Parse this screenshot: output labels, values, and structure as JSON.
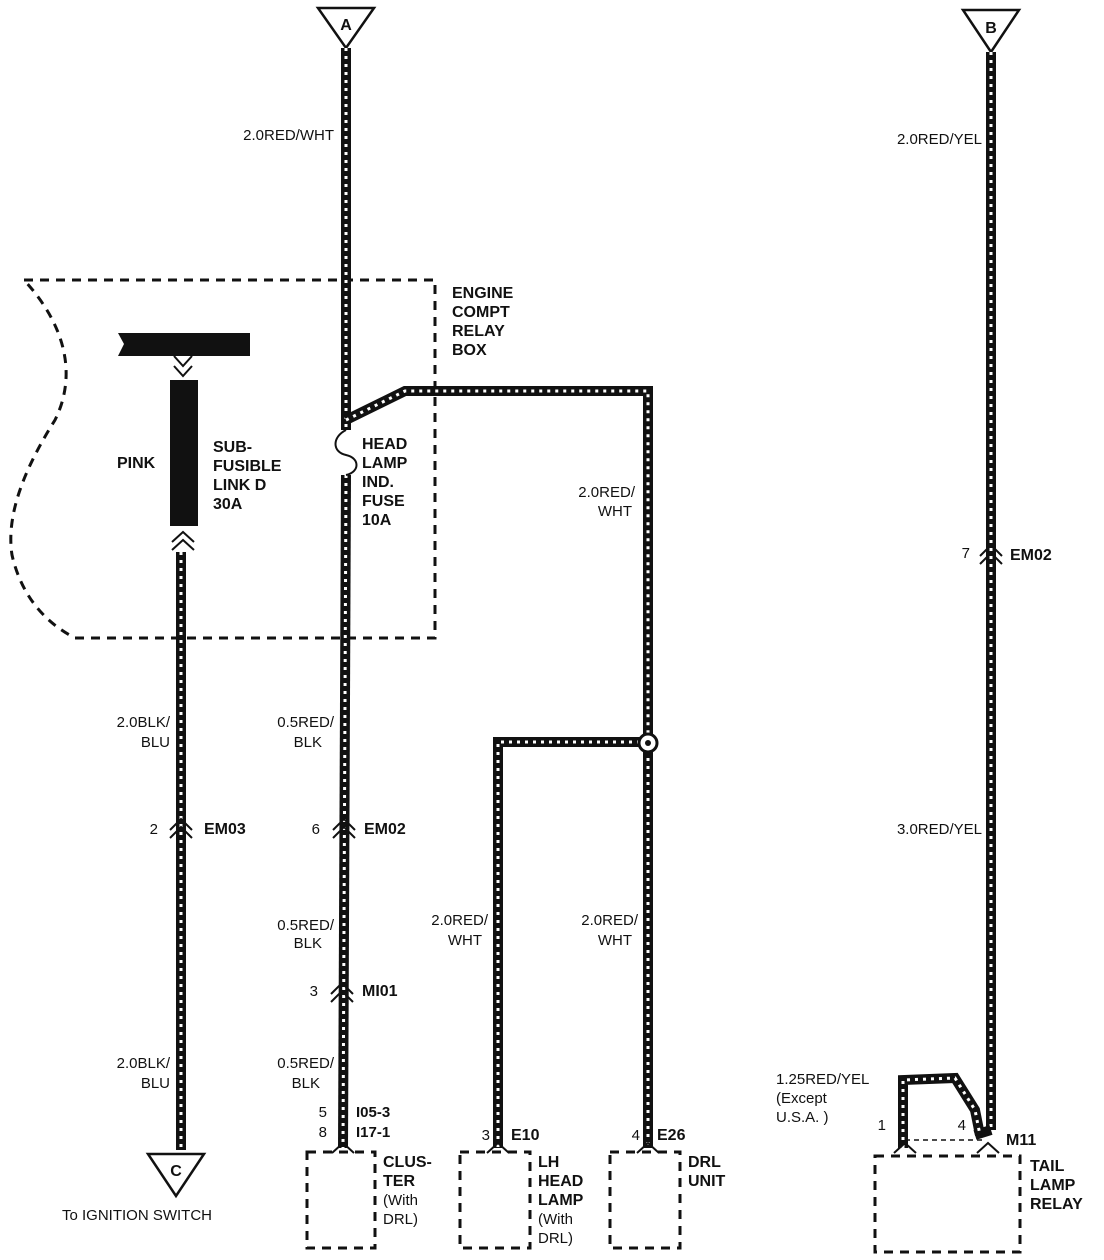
{
  "connectors": {
    "a": "A",
    "b": "B",
    "c": "C"
  },
  "relay_box": {
    "line1": "ENGINE",
    "line2": "COMPT",
    "line3": "RELAY",
    "line4": "BOX"
  },
  "sub_fusible": {
    "color": "PINK",
    "line1": "SUB-",
    "line2": "FUSIBLE",
    "line3": "LINK D",
    "line4": "30A"
  },
  "fuse": {
    "line1": "HEAD",
    "line2": "LAMP",
    "line3": "IND.",
    "line4": "FUSE",
    "line5": "10A"
  },
  "wires": {
    "a_top": "2.0RED/WHT",
    "a_mid_l1": "0.5RED/",
    "a_mid_l2": "BLK",
    "a_low_l1": "0.5RED/",
    "a_low_l2": "BLK",
    "a_bot_l1": "0.5RED/",
    "a_bot_l2": "BLK",
    "fuse_out_l1": "2.0RED/",
    "fuse_out_l2": "WHT",
    "lh_l1": "2.0RED/",
    "lh_l2": "WHT",
    "drl_l1": "2.0RED/",
    "drl_l2": "WHT",
    "blk_top_l1": "2.0BLK/",
    "blk_top_l2": "BLU",
    "blk_bot_l1": "2.0BLK/",
    "blk_bot_l2": "BLU",
    "b_top": "2.0RED/YEL",
    "b_mid": "3.0RED/YEL",
    "b_bot": "1.25RED/YEL",
    "b_note_l1": "(Except",
    "b_note_l2": "U.S.A. )"
  },
  "pins": {
    "em03_pin": "2",
    "em03": "EM03",
    "em02_pin": "6",
    "em02": "EM02",
    "mi01_pin": "3",
    "mi01": "MI01",
    "cluster_pin1": "5",
    "cluster_pin2": "8",
    "cluster_c1": "I05-3",
    "cluster_c2": "I17-1",
    "e10_pin": "3",
    "e10": "E10",
    "e26_pin": "4",
    "e26": "E26",
    "em02b_pin": "7",
    "em02b": "EM02",
    "m11_pin1": "1",
    "m11_pin4": "4",
    "m11": "M11"
  },
  "components": {
    "cluster": {
      "l1": "CLUS-",
      "l2": "TER",
      "l3": "(With",
      "l4": "DRL)"
    },
    "lh_head": {
      "l1": "LH",
      "l2": "HEAD",
      "l3": "LAMP",
      "l4": "(With",
      "l5": "DRL)"
    },
    "drl": {
      "l1": "DRL",
      "l2": "UNIT"
    },
    "tail": {
      "l1": "TAIL",
      "l2": "LAMP",
      "l3": "RELAY"
    }
  },
  "to_ignition": "To IGNITION SWITCH"
}
